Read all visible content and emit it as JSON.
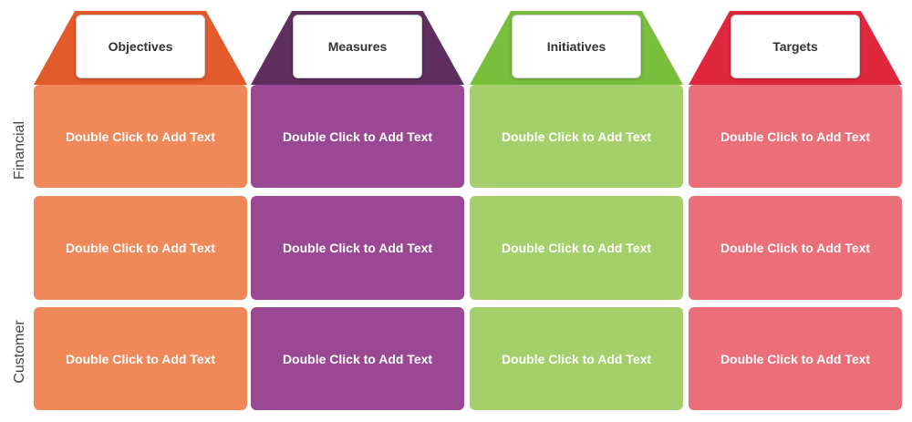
{
  "columns": [
    {
      "label": "Objectives",
      "header_color": "#E35A2B",
      "cell_color": "#F0895A"
    },
    {
      "label": "Measures",
      "header_color": "#5E2F5E",
      "cell_color": "#9B4894"
    },
    {
      "label": "Initiatives",
      "header_color": "#79BE3D",
      "cell_color": "#A4CF6A"
    },
    {
      "label": "Targets",
      "header_color": "#E0273D",
      "cell_color": "#EA6F78"
    }
  ],
  "rows": [
    {
      "label": "Financial"
    },
    {
      "label": ""
    },
    {
      "label": "Customer"
    }
  ],
  "cell_text": "Double Click to Add Text"
}
